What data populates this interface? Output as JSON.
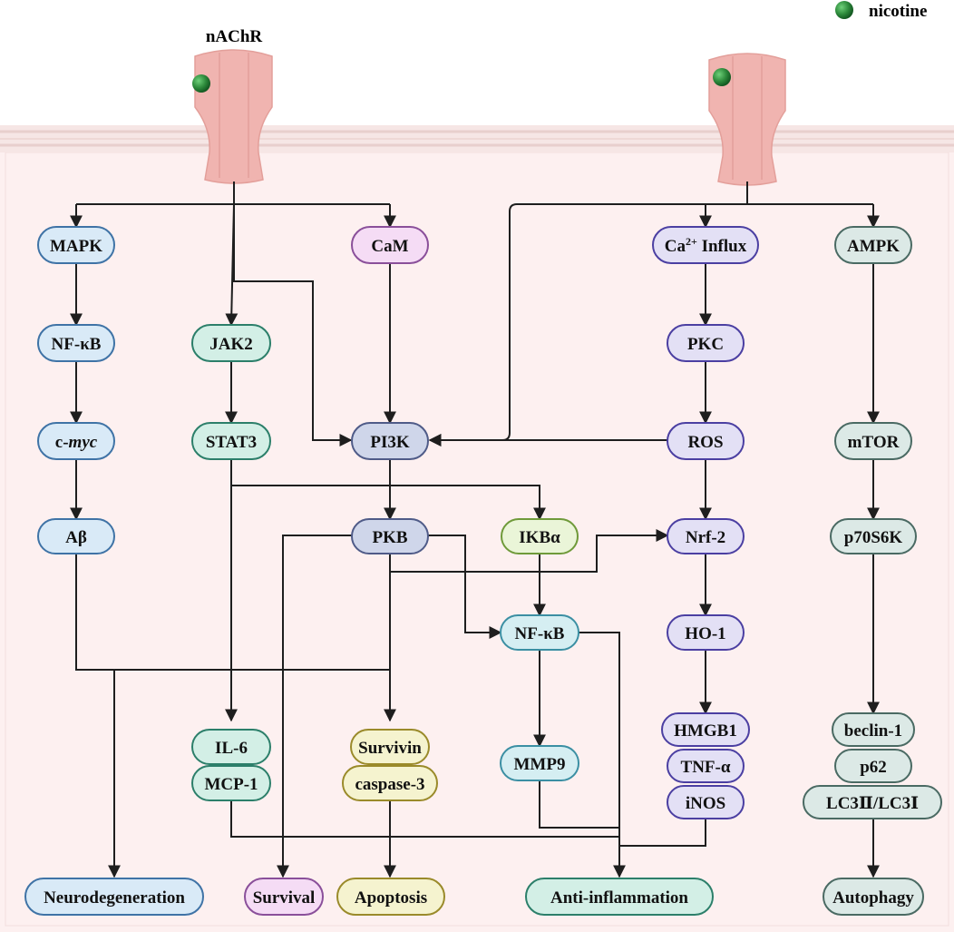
{
  "legend": {
    "label": "nicotine",
    "color": "#2e8b3c"
  },
  "receptor_label": "nAChR",
  "colors": {
    "cytoplasm": "#fdf0f0",
    "membrane": "#f3dcdb",
    "receptor": "#f0b4b0",
    "blue_fill": "#d9eaf7",
    "blue_stroke": "#3f73a6",
    "purple_fill": "#f5dcf5",
    "purple_stroke": "#8a4f9a",
    "teal_fill": "#d3efe6",
    "teal_stroke": "#2c7f6a",
    "slate_fill": "#cfd6ea",
    "slate_stroke": "#4f5b88",
    "green_fill": "#eaf5d8",
    "green_stroke": "#6f9a3a",
    "cyan_fill": "#d5eef2",
    "cyan_stroke": "#3b8fa3",
    "lav_fill": "#e3e0f5",
    "lav_stroke": "#4b3fa2",
    "sage_fill": "#dce9e6",
    "sage_stroke": "#4a6a63",
    "yellow_fill": "#f5f3cf",
    "yellow_stroke": "#9a8a2a"
  },
  "nodes": {
    "mapk": "MAPK",
    "nfkb1": "NF-κB",
    "cmyc_prefix": "c-",
    "cmyc_italic": "myc",
    "abeta": "Aβ",
    "jak2": "JAK2",
    "stat3": "STAT3",
    "cam": "CaM",
    "pi3k": "PI3K",
    "pkb": "PKB",
    "ikba": "IKBα",
    "nfkb2": "NF-κB",
    "mmp9": "MMP9",
    "ca_base": "Ca",
    "ca_sup": "2+",
    "ca_rest": " Influx",
    "pkc": "PKC",
    "ros": "ROS",
    "nrf2": "Nrf-2",
    "ho1": "HO-1",
    "hmgb1": "HMGB1",
    "tnfa": "TNF-α",
    "inos": "iNOS",
    "ampk": "AMPK",
    "mtor": "mTOR",
    "p70s6k": "p70S6K",
    "beclin1": "beclin-1",
    "p62": "p62",
    "lc3": "LC3Ⅱ/LC3Ⅰ",
    "il6": "IL-6",
    "mcp1": "MCP-1",
    "survivin": "Survivin",
    "caspase3": "caspase-3"
  },
  "outcomes": {
    "neurodegeneration": "Neurodegeneration",
    "survival": "Survival",
    "apoptosis": "Apoptosis",
    "anti_inflammation": "Anti-inflammation",
    "autophagy": "Autophagy"
  }
}
